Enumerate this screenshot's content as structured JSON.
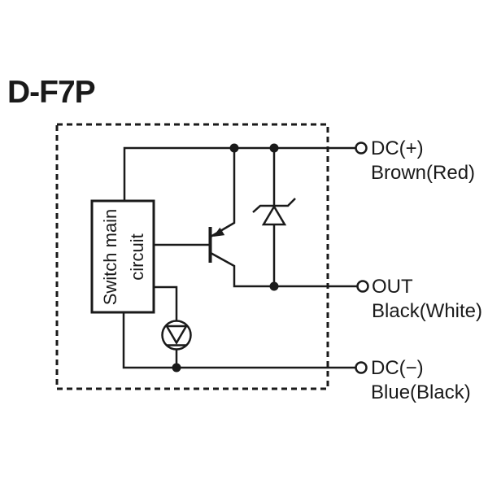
{
  "title": "D-F7P",
  "colors": {
    "ink": "#1a1a1a",
    "background": "#ffffff"
  },
  "circuit": {
    "box": {
      "line1": "Switch main",
      "line2": "circuit"
    },
    "components": [
      {
        "name": "switch-main-circuit-box"
      },
      {
        "name": "pnp-transistor"
      },
      {
        "name": "zener-diode"
      },
      {
        "name": "led-indicator"
      }
    ],
    "terminals": [
      {
        "id": "dc-plus",
        "label": "DC(+)",
        "wire_color": "Brown(Red)"
      },
      {
        "id": "out",
        "label": "OUT",
        "wire_color": "Black(White)"
      },
      {
        "id": "dc-minus",
        "label": "DC(−)",
        "wire_color": "Blue(Black)"
      }
    ]
  }
}
